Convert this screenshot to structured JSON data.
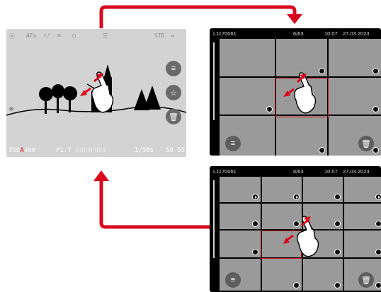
{
  "live_view": {
    "top_status": [
      "ⓟ",
      "AFs",
      "⚡̸",
      "⌘",
      "▢",
      "☱",
      "STD",
      "▭"
    ],
    "bottom_status": {
      "iso_prefix": "ISO",
      "iso_a": "A",
      "iso_value": "400",
      "aperture": "F1.7",
      "exposure_scale": "││││││││││││││││",
      "shutter": "1/50s",
      "shots": "SD 55"
    },
    "side_buttons": [
      "filter-icon",
      "star-icon",
      "trash-icon"
    ],
    "left_icon": "gauge-icon"
  },
  "gallery_top": {
    "filename": "L1170061",
    "counter": "6/63",
    "time": "10:07",
    "date": "27.03.2023",
    "buttons": [
      "filter-icon",
      "trash-icon"
    ]
  },
  "gallery_bottom": {
    "filename": "L1170061",
    "counter": "6/63",
    "time": "10:07",
    "date": "27.03.2023",
    "buttons": [
      "filter-icon",
      "trash-icon"
    ]
  },
  "colors": {
    "arrow": "#d8081e",
    "selection": "#c8101e",
    "screen_bg": "#d3d3d3",
    "thumb_bg": "#9a9a9a"
  }
}
